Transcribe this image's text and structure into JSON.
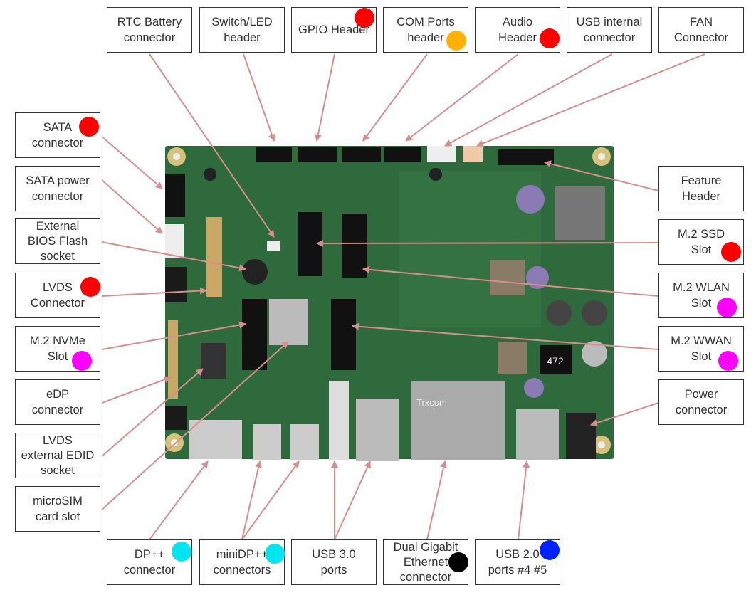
{
  "colors": {
    "line": "#d68e8c",
    "board": "#2e6a3c",
    "red": "#ff0000",
    "orange": "#ffb300",
    "magenta": "#ff00ff",
    "cyan": "#00e5ee",
    "black": "#000000",
    "blue": "#0022ff"
  },
  "top_labels": [
    {
      "text": "RTC Battery\nconnector"
    },
    {
      "text": "Switch/LED\nheader"
    },
    {
      "text": "GPIO Header",
      "dot": "red"
    },
    {
      "text": "COM Ports\nheader",
      "dot": "orange"
    },
    {
      "text": "Audio\nHeader",
      "dot": "red"
    },
    {
      "text": "USB internal\nconnector"
    },
    {
      "text": "FAN\nConnector"
    }
  ],
  "left_labels": [
    {
      "text": "SATA\nconnector",
      "dot": "red"
    },
    {
      "text": "SATA power\nconnector"
    },
    {
      "text": "External\nBIOS Flash\nsocket"
    },
    {
      "text": "LVDS\nConnector",
      "dot": "red"
    },
    {
      "text": "M.2 NVMe\nSlot",
      "dot": "magenta"
    },
    {
      "text": "eDP\nconnector"
    },
    {
      "text": "LVDS\nexternal EDID\nsocket"
    },
    {
      "text": "microSIM\ncard slot"
    }
  ],
  "right_labels": [
    {
      "text": "Feature\nHeader"
    },
    {
      "text": "M.2 SSD\nSlot",
      "dot": "red"
    },
    {
      "text": "M.2 WLAN\nSlot",
      "dot": "magenta"
    },
    {
      "text": "M.2 WWAN\nSlot",
      "dot": "magenta"
    },
    {
      "text": "Power\nconnector"
    }
  ],
  "bottom_labels": [
    {
      "text": "DP++\nconnector",
      "dot": "cyan"
    },
    {
      "text": "miniDP++\nconnectors",
      "dot": "cyan"
    },
    {
      "text": "USB 3.0\nports"
    },
    {
      "text": "Dual Gigabit\nEthernet\nconnector",
      "dot": "black"
    },
    {
      "text": "USB 2.0\nports #4 #5",
      "dot": "blue"
    }
  ],
  "board_markings": {
    "ethernet_brand": "Trxcom",
    "inductor": "472"
  }
}
